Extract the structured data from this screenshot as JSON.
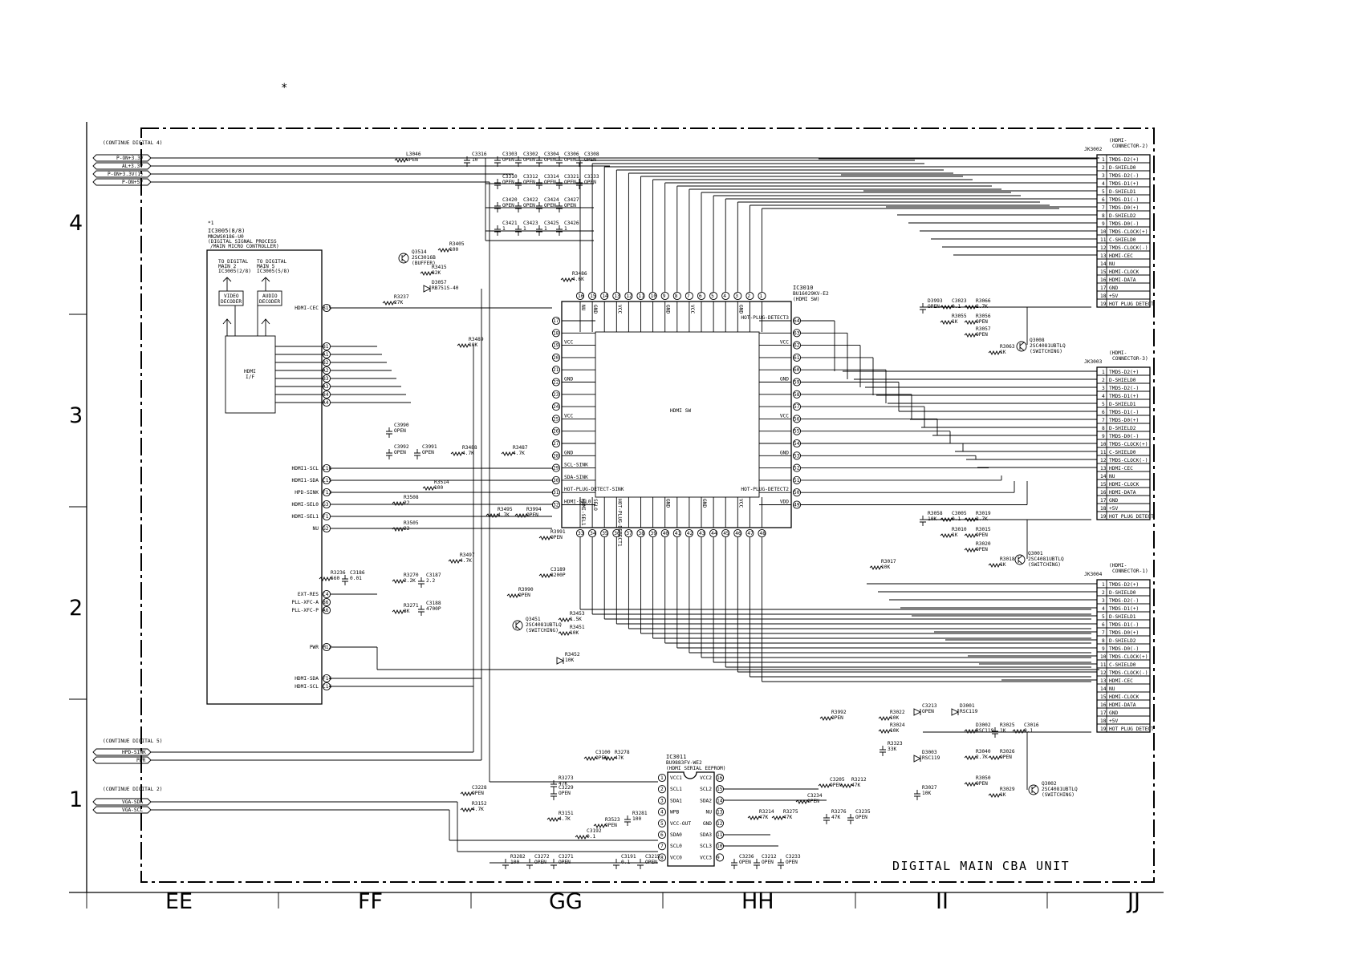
{
  "page": {
    "star_marker": "*"
  },
  "title": "DIGITAL MAIN CBA UNIT",
  "grid": {
    "columns": [
      "EE",
      "FF",
      "GG",
      "HH",
      "II",
      "JJ"
    ],
    "rows": [
      "4",
      "3",
      "2",
      "1"
    ]
  },
  "off_page_connectors": {
    "digital4": {
      "label": "(CONTINUE DIGITAL 4)",
      "signals": [
        "P-ON+3.3V",
        "AL+3.3V",
        "P-ON+3.3V(1)",
        "P-ON+5V"
      ]
    },
    "digital5": {
      "label": "(CONTINUE DIGITAL 5)",
      "signals": [
        "HPD-SINK",
        "PWR"
      ]
    },
    "digital2": {
      "label": "(CONTINUE DIGITAL 2)",
      "signals": [
        "VGA-SDA",
        "VGA-SCL"
      ]
    }
  },
  "ic3005": {
    "marker": "*1",
    "ref": "IC3005(8/8)",
    "part": "MN2WS0186-U0",
    "desc1": "(DIGITAL SIGNAL PROCESS",
    "desc2": "/MAIN MICRO CONTROLLER)",
    "to_dm2_1": "TO DIGITAL",
    "to_dm2_2": "MAIN 2",
    "to_dm2_3": "IC3005(2/8)",
    "to_dm5_1": "TO DIGITAL",
    "to_dm5_2": "MAIN 5",
    "to_dm5_3": "IC3005(5/8)",
    "video_decoder_1": "VIDEO",
    "video_decoder_2": "DECODER",
    "audio_decoder_1": "AUDIO",
    "audio_decoder_2": "DECODER",
    "hdmi_if_1": "HDMI",
    "hdmi_if_2": "I/F",
    "pins": [
      {
        "name": "HDMI-CEC",
        "num": "B15"
      },
      {
        "name": "",
        "num": "B1"
      },
      {
        "name": "",
        "num": "A1"
      },
      {
        "name": "",
        "num": "B2"
      },
      {
        "name": "",
        "num": "A2"
      },
      {
        "name": "",
        "num": "B3"
      },
      {
        "name": "",
        "num": "A3"
      },
      {
        "name": "",
        "num": "B4"
      },
      {
        "name": "",
        "num": "A4"
      },
      {
        "name": "HDMI1-SCL",
        "num": "C16"
      },
      {
        "name": "HDMI1-SDA",
        "num": "C15"
      },
      {
        "name": "HPD-SINK",
        "num": "F13"
      },
      {
        "name": "HDMI-SEL0",
        "num": "G3"
      },
      {
        "name": "HDMI-SEL1",
        "num": "F1"
      },
      {
        "name": "NU",
        "num": "G2"
      },
      {
        "name": "EXT-RES",
        "num": "C4"
      },
      {
        "name": "PLL-XFC-A",
        "num": "B6"
      },
      {
        "name": "PLL-XFC-P",
        "num": "A6"
      },
      {
        "name": "PWR",
        "num": "M12"
      },
      {
        "name": "HDMI-SDA",
        "num": "F14"
      },
      {
        "name": "HDMI-SCL",
        "num": "C14"
      }
    ]
  },
  "ic3010": {
    "ref": "IC3010",
    "part": "BU16029KV-E2",
    "desc": "(HDMI SW)",
    "body": "HDMI SW",
    "top_pins": [
      "16",
      "15",
      "14",
      "13",
      "12",
      "11",
      "10",
      "9",
      "8",
      "7",
      "6",
      "5",
      "4",
      "3",
      "2",
      "1"
    ],
    "top_names": [
      "NU",
      "GND",
      "",
      "VCC",
      "",
      "",
      "",
      "GND",
      "",
      "VCC",
      "",
      "",
      "",
      "GND",
      "",
      ""
    ],
    "bottom_pins": [
      "33",
      "34",
      "35",
      "36",
      "37",
      "38",
      "39",
      "40",
      "41",
      "42",
      "43",
      "44",
      "45",
      "46",
      "47",
      "48"
    ],
    "bottom_names": [
      "HDMI-SEL1",
      "SELO",
      "",
      "HOT-PLUG-DETECT1",
      "",
      "",
      "",
      "GND",
      "",
      "",
      "GND",
      "",
      "",
      "VCC",
      "",
      ""
    ],
    "left_pins": [
      {
        "num": "17",
        "name": ""
      },
      {
        "num": "18",
        "name": ""
      },
      {
        "num": "19",
        "name": "VCC"
      },
      {
        "num": "20",
        "name": ""
      },
      {
        "num": "21",
        "name": ""
      },
      {
        "num": "22",
        "name": "GND"
      },
      {
        "num": "23",
        "name": ""
      },
      {
        "num": "24",
        "name": ""
      },
      {
        "num": "25",
        "name": "VCC"
      },
      {
        "num": "26",
        "name": ""
      },
      {
        "num": "27",
        "name": ""
      },
      {
        "num": "28",
        "name": "GND"
      },
      {
        "num": "29",
        "name": "SCL-SINK"
      },
      {
        "num": "30",
        "name": "SDA-SINK"
      },
      {
        "num": "31",
        "name": "HOT-PLUG-DETECT-SINK"
      },
      {
        "num": "32",
        "name": "HDMI-SEL0"
      }
    ],
    "right_pins": [
      {
        "num": "64",
        "name": "HOT-PLUG-DETECT3"
      },
      {
        "num": "63",
        "name": ""
      },
      {
        "num": "62",
        "name": "VCC"
      },
      {
        "num": "61",
        "name": ""
      },
      {
        "num": "60",
        "name": ""
      },
      {
        "num": "59",
        "name": "GND"
      },
      {
        "num": "58",
        "name": ""
      },
      {
        "num": "57",
        "name": ""
      },
      {
        "num": "56",
        "name": "VCC"
      },
      {
        "num": "55",
        "name": ""
      },
      {
        "num": "54",
        "name": ""
      },
      {
        "num": "53",
        "name": "GND"
      },
      {
        "num": "52",
        "name": ""
      },
      {
        "num": "51",
        "name": ""
      },
      {
        "num": "50",
        "name": "HOT-PLUG-DETECT2"
      },
      {
        "num": "49",
        "name": "VDD"
      }
    ]
  },
  "ic3011": {
    "ref": "IC3011",
    "part": "BU9883FV-WE2",
    "desc": "(HDMI SERIAL EEPROM)",
    "left": [
      {
        "num": "1",
        "name": "VCC1"
      },
      {
        "num": "2",
        "name": "SCL1"
      },
      {
        "num": "3",
        "name": "SDA1"
      },
      {
        "num": "4",
        "name": "WPB"
      },
      {
        "num": "5",
        "name": "VCC-OUT"
      },
      {
        "num": "6",
        "name": "SDA0"
      },
      {
        "num": "7",
        "name": "SCL0"
      },
      {
        "num": "8",
        "name": "VCC0"
      }
    ],
    "right": [
      {
        "num": "16",
        "name": "VCC2"
      },
      {
        "num": "15",
        "name": "SCL2"
      },
      {
        "num": "14",
        "name": "SDA2"
      },
      {
        "num": "13",
        "name": "NU"
      },
      {
        "num": "12",
        "name": "GND"
      },
      {
        "num": "11",
        "name": "SDA3"
      },
      {
        "num": "10",
        "name": "SCL3"
      },
      {
        "num": "9",
        "name": "VCC3"
      }
    ]
  },
  "connectors": [
    {
      "ref": "JK3002",
      "label1": "(HDMI-",
      "label2": "CONNECTOR-2)",
      "pins": [
        "TMDS-D2(+)",
        "D-SHIELD0",
        "TMDS-D2(-)",
        "TMDS-D1(+)",
        "D-SHIELD1",
        "TMDS-D1(-)",
        "TMDS-D0(+)",
        "D-SHIELD2",
        "TMDS-D0(-)",
        "TMDS-CLOCK(+)",
        "C-SHIELD0",
        "TMDS-CLOCK(-)",
        "HDMI-CEC",
        "NU",
        "HDMI-CLOCK",
        "HDMI-DATA",
        "GND",
        "+5V",
        "HOT PLUG DETECT"
      ]
    },
    {
      "ref": "JK3003",
      "label1": "(HDMI-",
      "label2": "CONNECTOR-3)",
      "pins": [
        "TMDS-D2(+)",
        "D-SHIELD0",
        "TMDS-D2(-)",
        "TMDS-D1(+)",
        "D-SHIELD1",
        "TMDS-D1(-)",
        "TMDS-D0(+)",
        "D-SHIELD2",
        "TMDS-D0(-)",
        "TMDS-CLOCK(+)",
        "C-SHIELD0",
        "TMDS-CLOCK(-)",
        "HDMI-CEC",
        "NU",
        "HDMI-CLOCK",
        "HDMI-DATA",
        "GND",
        "+5V",
        "HOT PLUG DETECT"
      ]
    },
    {
      "ref": "JK3004",
      "label1": "(HDMI-",
      "label2": "CONNECTOR-1)",
      "pins": [
        "TMDS-D2(+)",
        "D-SHIELD0",
        "TMDS-D2(-)",
        "TMDS-D1(+)",
        "D-SHIELD1",
        "TMDS-D1(-)",
        "TMDS-D0(+)",
        "D-SHIELD2",
        "TMDS-D0(-)",
        "TMDS-CLOCK(+)",
        "C-SHIELD0",
        "TMDS-CLOCK(-)",
        "HDMI-CEC",
        "NU",
        "HDMI-CLOCK",
        "HDMI-DATA",
        "GND",
        "+5V",
        "HOT PLUG DETECT"
      ]
    }
  ],
  "transistors": [
    {
      "ref": "Q3008",
      "part": "2SC4081UBTLQ",
      "role": "(SWITCHING)"
    },
    {
      "ref": "Q3001",
      "part": "2SC4081UBTLQ",
      "role": "(SWITCHING)"
    },
    {
      "ref": "Q3002",
      "part": "2SC4081UBTLQ",
      "role": "(SWITCHING)"
    },
    {
      "ref": "Q3451",
      "part": "2SC4081UBTLQ",
      "role": "(SWITCHING)"
    },
    {
      "ref": "Q3514",
      "part": "2SC3016B",
      "role": "(BUFFER)"
    }
  ],
  "components": [
    {
      "ref": "C3316",
      "val": "10"
    },
    {
      "ref": "L3046",
      "val": "OPEN"
    },
    {
      "ref": "C3303",
      "val": "OPEN"
    },
    {
      "ref": "C3302",
      "val": "OPEN"
    },
    {
      "ref": "C3304",
      "val": "OPEN"
    },
    {
      "ref": "C3306",
      "val": "OPEN"
    },
    {
      "ref": "C3308",
      "val": "OPEN"
    },
    {
      "ref": "C3310",
      "val": "OPEN"
    },
    {
      "ref": "C3312",
      "val": "OPEN"
    },
    {
      "ref": "C3314",
      "val": "OPEN"
    },
    {
      "ref": "C3321",
      "val": "OPEN"
    },
    {
      "ref": "C3333",
      "val": "OPEN"
    },
    {
      "ref": "C3420",
      "val": "OPEN"
    },
    {
      "ref": "C3422",
      "val": "OPEN"
    },
    {
      "ref": "C3424",
      "val": "OPEN"
    },
    {
      "ref": "C3427",
      "val": "OPEN"
    },
    {
      "ref": "C3421",
      "val": "1"
    },
    {
      "ref": "C3423",
      "val": "1"
    },
    {
      "ref": "C3425",
      "val": "1"
    },
    {
      "ref": "C3426",
      "val": "1"
    },
    {
      "ref": "R3405",
      "val": "100"
    },
    {
      "ref": "R3415",
      "val": "82K"
    },
    {
      "ref": "D3057",
      "val": "RB751S-40"
    },
    {
      "ref": "R3486",
      "val": "4.6K"
    },
    {
      "ref": "R3237",
      "val": "27K"
    },
    {
      "ref": "R3489",
      "val": "10K"
    },
    {
      "ref": "C3990",
      "val": "OPEN"
    },
    {
      "ref": "C3992",
      "val": "OPEN"
    },
    {
      "ref": "C3991",
      "val": "OPEN"
    },
    {
      "ref": "R3488",
      "val": "4.7K"
    },
    {
      "ref": "R3487",
      "val": "4.7K"
    },
    {
      "ref": "R3514",
      "val": "100"
    },
    {
      "ref": "R3508",
      "val": "22"
    },
    {
      "ref": "R3505",
      "val": "22"
    },
    {
      "ref": "R3495",
      "val": "4.7K"
    },
    {
      "ref": "R3994",
      "val": "OPEN"
    },
    {
      "ref": "R3991",
      "val": "OPEN"
    },
    {
      "ref": "R3497",
      "val": "4.7K"
    },
    {
      "ref": "R3236",
      "val": "560"
    },
    {
      "ref": "C3186",
      "val": "0.01"
    },
    {
      "ref": "R3270",
      "val": "2.2K"
    },
    {
      "ref": "C3187",
      "val": "2.2"
    },
    {
      "ref": "C3188",
      "val": "4700P"
    },
    {
      "ref": "R3271",
      "val": "3K"
    },
    {
      "ref": "C3189",
      "val": "8200P"
    },
    {
      "ref": "R3990",
      "val": "OPEN"
    },
    {
      "ref": "R3453",
      "val": "1.5K"
    },
    {
      "ref": "R3451",
      "val": "10K"
    },
    {
      "ref": "R3452",
      "val": "10K"
    },
    {
      "ref": "D3993",
      "val": "OPEN"
    },
    {
      "ref": "C3023",
      "val": "0.1"
    },
    {
      "ref": "R3066",
      "val": "2.7K"
    },
    {
      "ref": "R3055",
      "val": "1K"
    },
    {
      "ref": "R3056",
      "val": "OPEN"
    },
    {
      "ref": "R3057",
      "val": "OPEN"
    },
    {
      "ref": "R3063",
      "val": "1K"
    },
    {
      "ref": "R3058",
      "val": "10K"
    },
    {
      "ref": "C3005",
      "val": "0.1"
    },
    {
      "ref": "R3019",
      "val": "2.7K"
    },
    {
      "ref": "R3010",
      "val": "1K"
    },
    {
      "ref": "R3015",
      "val": "OPEN"
    },
    {
      "ref": "R3020",
      "val": "OPEN"
    },
    {
      "ref": "R3018",
      "val": "1K"
    },
    {
      "ref": "R3017",
      "val": "10K"
    },
    {
      "ref": "R3992",
      "val": "OPEN"
    },
    {
      "ref": "R3022",
      "val": "10K"
    },
    {
      "ref": "R3024",
      "val": "10K"
    },
    {
      "ref": "R3323",
      "val": "33K"
    },
    {
      "ref": "C3213",
      "val": "OPEN"
    },
    {
      "ref": "D3003",
      "val": "RSC119"
    },
    {
      "ref": "D3001",
      "val": "RSC119"
    },
    {
      "ref": "D3002",
      "val": "RSC119"
    },
    {
      "ref": "R3025",
      "val": "1K"
    },
    {
      "ref": "C3016",
      "val": "0.1"
    },
    {
      "ref": "R3040",
      "val": "2.7K"
    },
    {
      "ref": "R3026",
      "val": "OPEN"
    },
    {
      "ref": "R3050",
      "val": "OPEN"
    },
    {
      "ref": "R3029",
      "val": "1K"
    },
    {
      "ref": "R3027",
      "val": "10K"
    },
    {
      "ref": "C3100",
      "val": "OPEN"
    },
    {
      "ref": "R3278",
      "val": "47K"
    },
    {
      "ref": "R3273",
      "val": "47K"
    },
    {
      "ref": "C3229",
      "val": "OPEN"
    },
    {
      "ref": "C3228",
      "val": "OPEN"
    },
    {
      "ref": "R3152",
      "val": "4.7K"
    },
    {
      "ref": "R3151",
      "val": "4.7K"
    },
    {
      "ref": "R3523",
      "val": "OPEN"
    },
    {
      "ref": "R3281",
      "val": "100"
    },
    {
      "ref": "C3192",
      "val": "0.1"
    },
    {
      "ref": "R3282",
      "val": "100"
    },
    {
      "ref": "C3272",
      "val": "OPEN"
    },
    {
      "ref": "C3271",
      "val": "OPEN"
    },
    {
      "ref": "C3191",
      "val": "0.1"
    },
    {
      "ref": "C3215",
      "val": "OPEN"
    },
    {
      "ref": "C3205",
      "val": "OPEN"
    },
    {
      "ref": "R3212",
      "val": "47K"
    },
    {
      "ref": "R3214",
      "val": "47K"
    },
    {
      "ref": "R3275",
      "val": "47K"
    },
    {
      "ref": "R3276",
      "val": "47K"
    },
    {
      "ref": "C3235",
      "val": "OPEN"
    },
    {
      "ref": "C3236",
      "val": "OPEN"
    },
    {
      "ref": "C3212",
      "val": "OPEN"
    },
    {
      "ref": "C3233",
      "val": "OPEN"
    },
    {
      "ref": "C3234",
      "val": "OPEN"
    }
  ]
}
